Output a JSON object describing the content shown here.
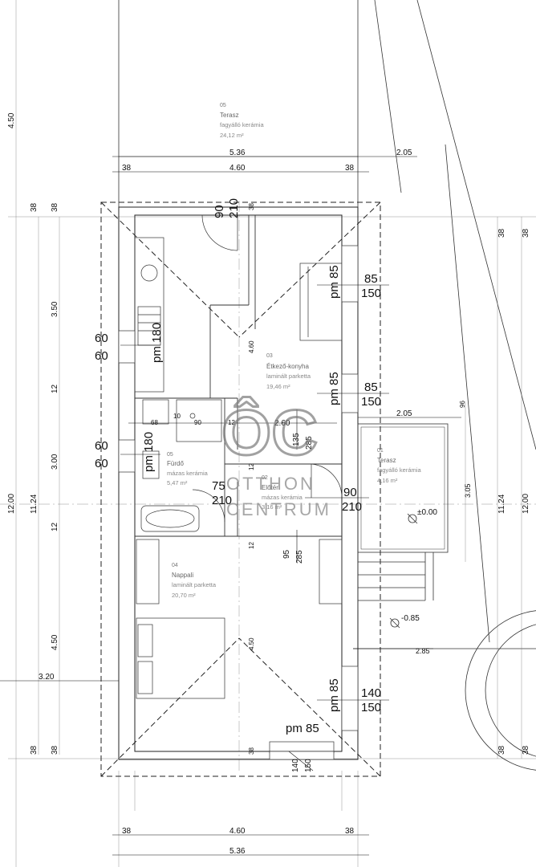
{
  "watermark": {
    "logo": "ÔC",
    "line1": "OTTHON",
    "line2": "CENTRUM"
  },
  "rooms": [
    {
      "id": "terrace-top",
      "num": "05",
      "name": "Terasz",
      "floor": "fagyálló kerámia",
      "area": "24,12 m²"
    },
    {
      "id": "kitchen",
      "num": "03",
      "name": "Étkező-konyha",
      "floor": "laminált parketta",
      "area": "19,46 m²"
    },
    {
      "id": "bathroom",
      "num": "05",
      "name": "Fürdő",
      "floor": "mázas kerámia",
      "area": "5,47 m²"
    },
    {
      "id": "hall",
      "num": "02",
      "name": "Előtér",
      "floor": "mázas kerámia",
      "area": "3,16 m²"
    },
    {
      "id": "terrace-side",
      "num": "01",
      "name": "Terasz",
      "floor": "fagyálló kerámia",
      "area": "4,16 m²"
    },
    {
      "id": "living",
      "num": "04",
      "name": "Nappali",
      "floor": "laminált parketta",
      "area": "20,70 m²"
    }
  ],
  "dims": {
    "top_width": "5.36",
    "top_inner": "4.60",
    "wall": "38",
    "right_ext": "2.05",
    "bottom_width": "5.36",
    "bottom_inner": "4.60",
    "left_total": "12.00",
    "left_inner": "11.24",
    "left_seg_top": "4.50",
    "left_seg_a": "3.50",
    "left_seg_b": "3.00",
    "left_seg_c": "4.50",
    "left_seg_12": "12",
    "left_320": "3.20",
    "right_total": "12.00",
    "right_inner": "11.24",
    "terrace_w": "2.05",
    "terrace_h": "3.05",
    "terrace_96": "96",
    "bottom_285": "2.85",
    "center_260": "2.60",
    "center_135": "135",
    "center_285": "285",
    "center_95": "95",
    "center_285b": "285",
    "win_90": "90",
    "win_210": "210",
    "door_75": "75",
    "door_210": "210",
    "door_90": "90",
    "door_210b": "210",
    "pm85": "pm 85",
    "pm85b": "pm 85",
    "pm85c": "pm 85",
    "pm85d": "pm 85",
    "pm180": "pm 180",
    "pm180b": "pm 180",
    "w85": "85",
    "w150": "150",
    "w85b": "85",
    "w150b": "150",
    "w140": "140",
    "w150c": "150",
    "b140": "140",
    "b150": "150",
    "w60a": "60",
    "w60b": "60",
    "w60c": "60",
    "w60d": "60",
    "wall12": "12",
    "v460": "4.60",
    "v450": "4.50",
    "bath68": "68",
    "bath10": "10",
    "bath90": "90",
    "lvl0": "±0.00",
    "lvl085": "-0.85"
  }
}
